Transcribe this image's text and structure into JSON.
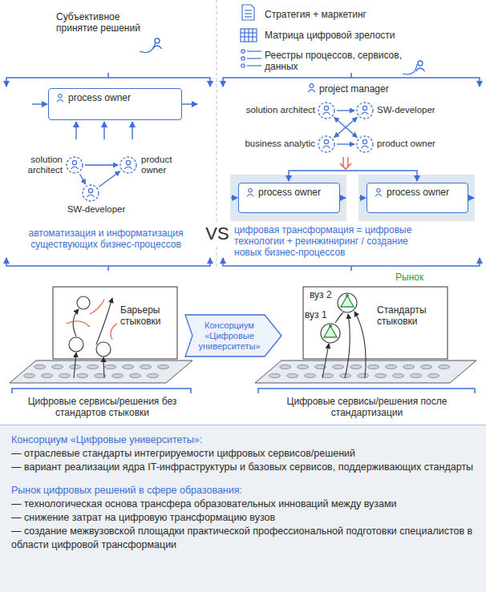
{
  "diagram": {
    "nodes": [
      {
        "text": [
          "process owner"
        ]
      },
      {
        "text": [
          "solution architect"
        ]
      },
      {
        "text": [
          "product owner"
        ]
      },
      {
        "text": [
          "SW-developer"
        ]
      },
      {
        "text": [
          "solution architect"
        ]
      },
      {
        "text": [
          "SW-developer"
        ]
      },
      {
        "text": [
          "business analytic"
        ]
      },
      {
        "text": [
          "product owner"
        ]
      },
      {
        "text": [
          "process owner"
        ]
      },
      {
        "text": [
          "process owner"
        ]
      },
      {
        "text": [
          "Консорциум «Цифровые университеты»"
        ]
      },
      {
        "text": [
          "Консорциум «Цифровые университеты»:",
          "— отраслевые стандарты интегрируемости цифровых сервисов/решений",
          "— вариант реализации ядра IT-инфраструктуры и базовых сервисов, поддерживающих стандарты",
          "Рынок цифровых решений в сфере образования:",
          "— технологическая основа трансфера образовательных инноваций между вузами",
          "— снижение затрат на цифровую трансформацию вузов",
          "— создание межвузовской площадки практической профессиональной подготовки специалистов в области цифровой трансформации"
        ]
      }
    ],
    "edges": [
      {
        "from": 1,
        "to": 2,
        "arrow": "to"
      },
      {
        "from": 1,
        "to": 3,
        "arrow": "to"
      },
      {
        "from": 3,
        "to": 2,
        "arrow": "to"
      },
      {
        "from": 4,
        "to": 5,
        "arrow": "to"
      },
      {
        "from": 6,
        "to": 7,
        "arrow": "to"
      },
      {
        "from": 4,
        "to": 7,
        "arrow": "both"
      },
      {
        "from": 6,
        "to": 5,
        "arrow": "both"
      }
    ],
    "labels": [
      "Субъективное принятие решений",
      "Стратегия + маркетинг",
      "Матрица цифровой зрелости",
      "Реестры процессов, сервисов, данных",
      "project manager",
      "автоматизация и информатизация существующих бизнес-процессов",
      "VS",
      "цифровая трансформация = цифровые технологии + реинжиниринг / создание новых бизнес-процессов",
      "Барьеры стыковки",
      "Рынок",
      "вуз 2",
      "вуз 1",
      "Стандарты стыковки",
      "Цифровые сервисы/решения без стандартов стыковки",
      "Цифровые сервисы/решения после стандартизации"
    ]
  }
}
